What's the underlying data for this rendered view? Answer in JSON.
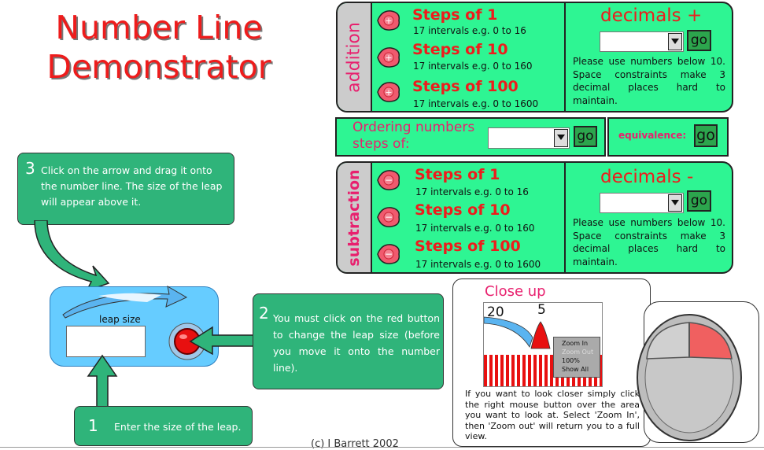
{
  "app": {
    "title": "Number Line Demonstrator"
  },
  "addition": {
    "tab_label": "addition",
    "items": [
      {
        "title": "Steps of 1",
        "desc": "17 intervals e.g. 0  to 16"
      },
      {
        "title": "Steps of 10",
        "desc": "17 intervals e.g. 0  to 160"
      },
      {
        "title": "Steps of 100",
        "desc": "17 intervals e.g. 0  to 1600"
      }
    ],
    "decimals": {
      "title": "decimals +",
      "go_label": "go",
      "select_value": "",
      "note": "Please use numbers below 10. Space constraints make 3 decimal places hard to maintain."
    }
  },
  "ordering": {
    "label": "Ordering numbers steps of:",
    "select_value": "",
    "go_label": "go"
  },
  "equivalence": {
    "label": "equivalence:",
    "go_label": "go"
  },
  "subtraction": {
    "tab_label": "subtraction",
    "items": [
      {
        "title": "Steps of 1",
        "desc": "17 intervals e.g. 0  to 16"
      },
      {
        "title": "Steps of 10",
        "desc": "17 intervals e.g. 0  to 160"
      },
      {
        "title": "Steps of 100",
        "desc": "17 intervals e.g. 0  to 1600"
      }
    ],
    "decimals": {
      "title": "decimals -",
      "go_label": "go",
      "select_value": "",
      "note": "Please use numbers below 10. Space constraints make 3 decimal places hard to maintain."
    }
  },
  "instructions": {
    "step3": {
      "number": "3",
      "text": "Click on the arrow and drag it onto the number line. The size of the leap will appear above it."
    },
    "step2": {
      "number": "2",
      "text": "You must click on the red button to change the leap size (before you move it onto the number line)."
    },
    "step1": {
      "number": "1",
      "text": "Enter the size of the leap."
    }
  },
  "leap_widget": {
    "label": "leap size",
    "input_value": ""
  },
  "closeup": {
    "title": "Close up",
    "preview_numbers": [
      "20",
      "5"
    ],
    "menu_items": [
      "Zoom In",
      "Zoom Out",
      "100%",
      "Show All"
    ],
    "text": "If you want to look closer  simply click the right mouse button over the area you want to look at. Select 'Zoom In', then 'Zoom out' will return you to a full view."
  },
  "credit": "(c) I Barrett 2002",
  "colors": {
    "panel_green": "#2ef593",
    "title_red": "#ee1c1c",
    "instruction_green": "#2fb47a",
    "widget_blue": "#66ccff",
    "go_green": "#2ca54d"
  }
}
